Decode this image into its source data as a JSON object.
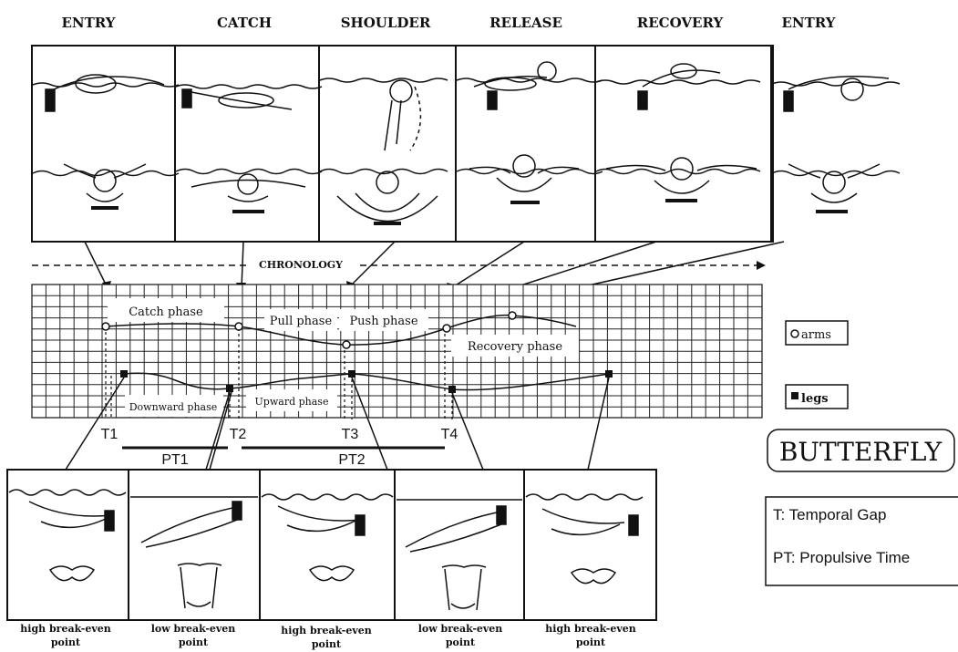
{
  "phases_top": [
    "ENTRY",
    "CATCH",
    "SHOULDER",
    "RELEASE",
    "RECOVERY",
    "ENTRY"
  ],
  "chronology": "CHRONOLOGY",
  "graph_labels": {
    "catch_phase": "Catch phase",
    "pull_phase": "Pull phase",
    "push_phase": "Push phase",
    "recovery_phase": "Recovery phase",
    "downward_phase": "Downward phase",
    "upward_phase": "Upward phase"
  },
  "time_markers": [
    "T1",
    "T2",
    "T3",
    "T4"
  ],
  "propulsive_labels": [
    "PT1",
    "PT2"
  ],
  "legend": {
    "arms": "arms",
    "legs": "legs"
  },
  "title": "BUTTERFLY",
  "definitions": {
    "temporal_gap": "T: Temporal Gap",
    "propulsive_time": "PT: Propulsive Time"
  },
  "bottom_captions": [
    {
      "line1": "high break-even",
      "line2": "point"
    },
    {
      "line1": "low break-even",
      "line2": "point"
    },
    {
      "line1": "high break-even",
      "line2": "point"
    },
    {
      "line1": "low break-even",
      "line2": "point"
    },
    {
      "line1": "high break-even",
      "line2": "point"
    }
  ]
}
